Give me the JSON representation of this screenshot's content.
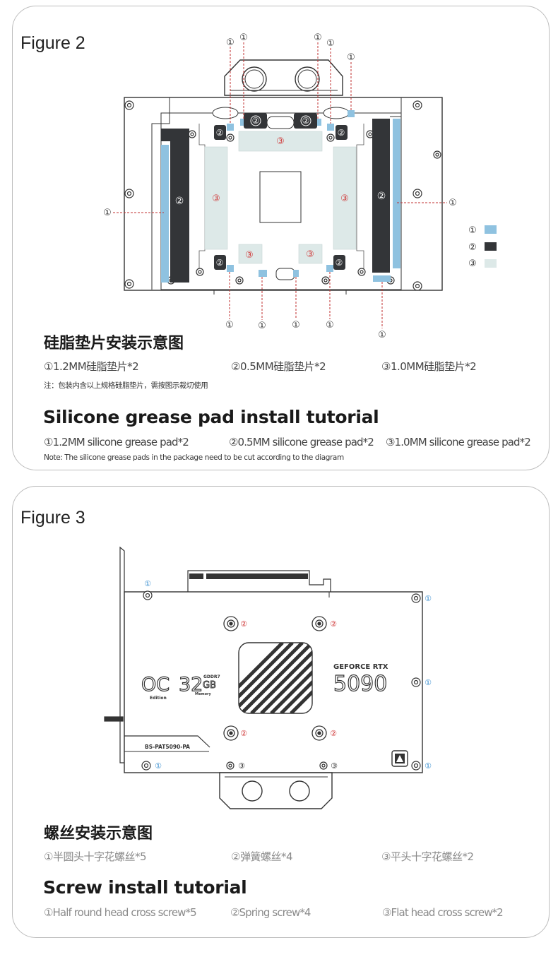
{
  "figure2": {
    "label": "Figure 2",
    "callouts": {
      "c1": "①",
      "c2": "②",
      "c3": "③"
    },
    "legend": [
      {
        "num": "①",
        "color": "#8fc2e0"
      },
      {
        "num": "②",
        "color": "#333538"
      },
      {
        "num": "③",
        "color": "#dde9e8"
      }
    ],
    "title_cn": "硅脂垫片安装示意图",
    "items_cn": [
      "①1.2MM硅脂垫片*2",
      "②0.5MM硅脂垫片*2",
      "③1.0MM硅脂垫片*2"
    ],
    "note_cn": "注：包装内含以上规格硅脂垫片，需按图示裁切使用",
    "title_en": "Silicone grease pad install tutorial",
    "items_en": [
      "①1.2MM silicone grease pad*2",
      "②0.5MM silicone grease pad*2",
      "③1.0MM silicone grease pad*2"
    ],
    "note_en": "Note: The silicone grease pads in the package need to be cut according to the diagram"
  },
  "figure3": {
    "label": "Figure 3",
    "card_text": {
      "oc": "OC",
      "edition": "Edition",
      "mem_size": "32",
      "mem_type": "GDDR7",
      "mem_unit": "GB",
      "memory": "Memory",
      "brand": "GEFORCE RTX",
      "model": "5090",
      "part_no": "BS-PAT5090-PA"
    },
    "callouts": {
      "c1": "①",
      "c2": "②",
      "c3": "③"
    },
    "title_cn": "螺丝安装示意图",
    "items_cn": [
      "①半圆头十字花螺丝*5",
      "②弹簧螺丝*4",
      "③平头十字花螺丝*2"
    ],
    "title_en": "Screw install tutorial",
    "items_en": [
      "①Half round head cross screw*5",
      "②Spring screw*4",
      "③Flat head cross screw*2"
    ]
  },
  "colors": {
    "pad1": "#8fc2e0",
    "pad2": "#333538",
    "pad3": "#dde9e8",
    "callout1": "#3a8fd0",
    "callout2_3": "#d03a3a"
  }
}
